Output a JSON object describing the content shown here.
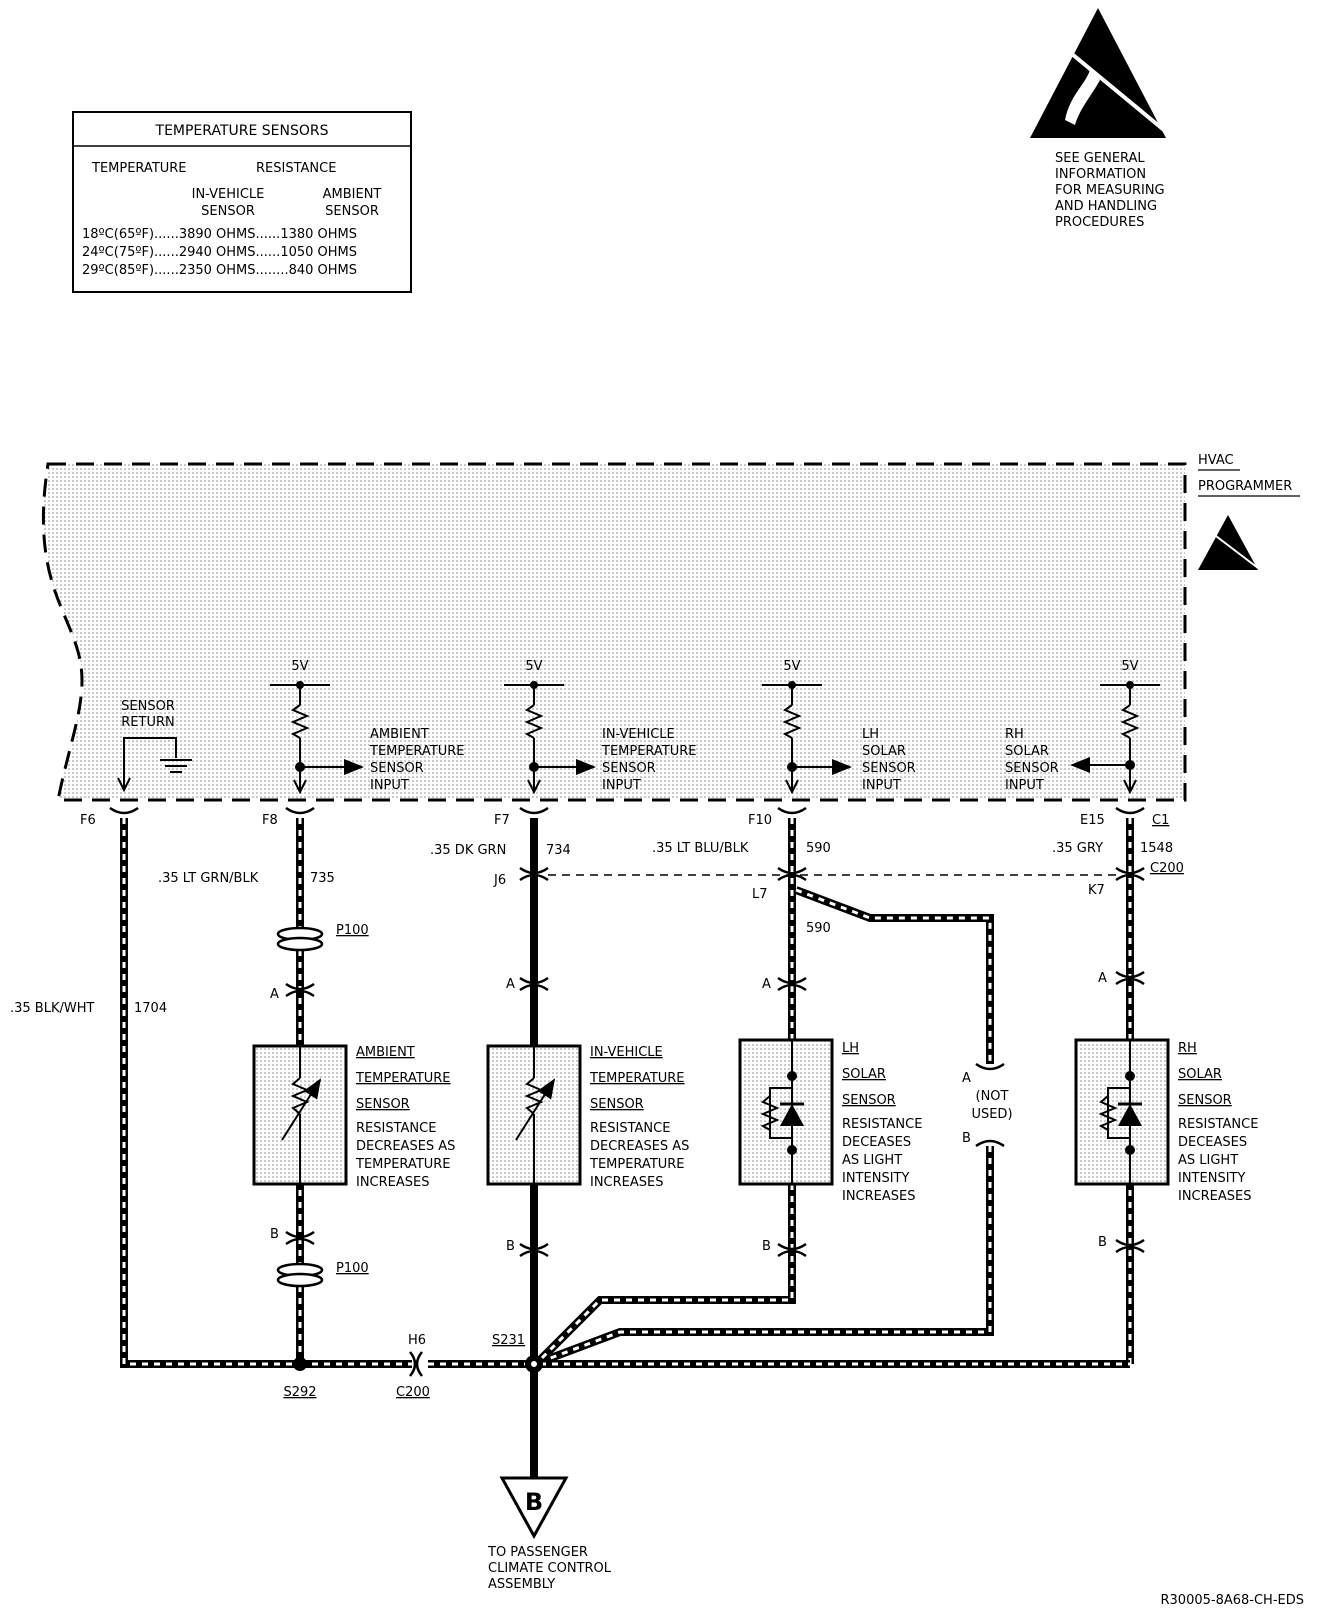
{
  "table": {
    "title": "TEMPERATURE SENSORS",
    "col_temperature": "TEMPERATURE",
    "col_resistance": "RESISTANCE",
    "sub_invehicle_1": "IN-VEHICLE",
    "sub_invehicle_2": "SENSOR",
    "sub_ambient_1": "AMBIENT",
    "sub_ambient_2": "SENSOR",
    "rows": [
      "18ºC(65ºF)......3890 OHMS......1380 OHMS",
      "24ºC(75ºF)......2940 OHMS......1050 OHMS",
      "29ºC(85ºF)......2350 OHMS........840 OHMS"
    ]
  },
  "esd_note": [
    "SEE GENERAL",
    "INFORMATION",
    "FOR MEASURING",
    "AND HANDLING",
    "PROCEDURES"
  ],
  "module": {
    "name_1": "HVAC",
    "name_2": "PROGRAMMER"
  },
  "sensor_return": [
    "SENSOR",
    "RETURN"
  ],
  "voltage": "5V",
  "inputs": {
    "ambient": [
      "AMBIENT",
      "TEMPERATURE",
      "SENSOR",
      "INPUT"
    ],
    "invehicle": [
      "IN-VEHICLE",
      "TEMPERATURE",
      "SENSOR",
      "INPUT"
    ],
    "lh": [
      "LH",
      "SOLAR",
      "SENSOR",
      "INPUT"
    ],
    "rh": [
      "RH",
      "SOLAR",
      "SENSOR",
      "INPUT"
    ]
  },
  "pins": {
    "f6": "F6",
    "f8": "F8",
    "f7": "F7",
    "f10": "F10",
    "e15": "E15",
    "c1": "C1"
  },
  "wires": {
    "w1704_color": ".35 BLK/WHT",
    "w1704_num": "1704",
    "w735_color": ".35 LT GRN/BLK",
    "w735_num": "735",
    "w734_color": ".35 DK GRN",
    "w734_num": "734",
    "w590_color": ".35 LT BLU/BLK",
    "w590_num": "590",
    "w590_num2": "590",
    "w1548_color": ".35 GRY",
    "w1548_num": "1548"
  },
  "connectors": {
    "c200": "C200",
    "j6": "J6",
    "l7": "L7",
    "k7": "K7",
    "p100": "P100",
    "h6": "H6",
    "a": "A",
    "b": "B"
  },
  "sensors": {
    "ambient": [
      "AMBIENT",
      "TEMPERATURE",
      "SENSOR"
    ],
    "ambient_desc": [
      "RESISTANCE",
      "DECREASES AS",
      "TEMPERATURE",
      "INCREASES"
    ],
    "invehicle": [
      "IN-VEHICLE",
      "TEMPERATURE",
      "SENSOR"
    ],
    "invehicle_desc": [
      "RESISTANCE",
      "DECREASES AS",
      "TEMPERATURE",
      "INCREASES"
    ],
    "lh": [
      "LH",
      "SOLAR",
      "SENSOR"
    ],
    "lh_desc": [
      "RESISTANCE",
      "DECEASES",
      "AS LIGHT",
      "INTENSITY",
      "INCREASES"
    ],
    "rh": [
      "RH",
      "SOLAR",
      "SENSOR"
    ],
    "rh_desc": [
      "RESISTANCE",
      "DECEASES",
      "AS LIGHT",
      "INTENSITY",
      "INCREASES"
    ]
  },
  "not_used": [
    "(NOT",
    "USED)"
  ],
  "splices": {
    "s292": "S292",
    "s231": "S231"
  },
  "ground_ref": {
    "letter": "B",
    "desc": [
      "TO PASSENGER",
      "CLIMATE CONTROL",
      "ASSEMBLY"
    ]
  },
  "drawing_code": "R30005-8A68-CH-EDS"
}
